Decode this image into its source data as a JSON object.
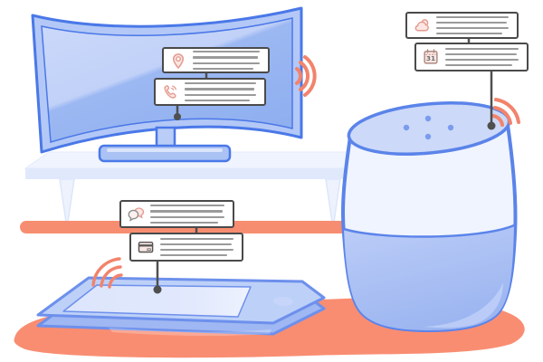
{
  "scene": {
    "title": "smart-home-devices-illustration",
    "devices": [
      {
        "id": "curved-monitor"
      },
      {
        "id": "media-table"
      },
      {
        "id": "tablet"
      },
      {
        "id": "smart-speaker"
      }
    ]
  },
  "cards": {
    "location": {
      "icon": "location-pin-icon",
      "lines": 4
    },
    "phone": {
      "icon": "phone-call-icon",
      "lines": 4
    },
    "weather": {
      "icon": "cloud-icon",
      "lines": 4
    },
    "calendar": {
      "icon": "calendar-icon",
      "day": "31",
      "lines": 4
    },
    "chat": {
      "icon": "chat-bubbles-icon",
      "lines": 4
    },
    "payment": {
      "icon": "credit-card-icon",
      "lines": 4
    }
  },
  "colors": {
    "monitor-outline": "#4a78e8",
    "monitor-bezel": "#b3c8f6",
    "screen-light": "#ccd9fa",
    "screen-dark": "#8fafef",
    "stand-fill": "#aac2f4",
    "table-top": "#eff4fe",
    "table-front": "#e0e9fc",
    "leg-fill": "#edf2fd",
    "salmon-stripe": "#f78d70",
    "salmon-blob": "#f98d72",
    "arc-salmon": "#f2836c",
    "tablet-outline": "#6d90ec",
    "tablet-fill": "#bdd0f8",
    "tablet-side": "#9fb7f2",
    "tablet-screen": "#dce5fc",
    "speaker-outline": "#5b84ea",
    "speaker-white": "#f0f4fe",
    "speaker-top-fill": "#ccd9f9",
    "speaker-base": "#aec2f4",
    "mic-dot": "#7b9cee",
    "card-border": "#4a4a4a",
    "card-bg": "#ffffff",
    "text-line": "#9a9a9a",
    "connector": "#4f4f4f",
    "icon-salmon": "#e59a90",
    "icon-pink": "#fbe7e3",
    "icon-gray": "#555555"
  }
}
